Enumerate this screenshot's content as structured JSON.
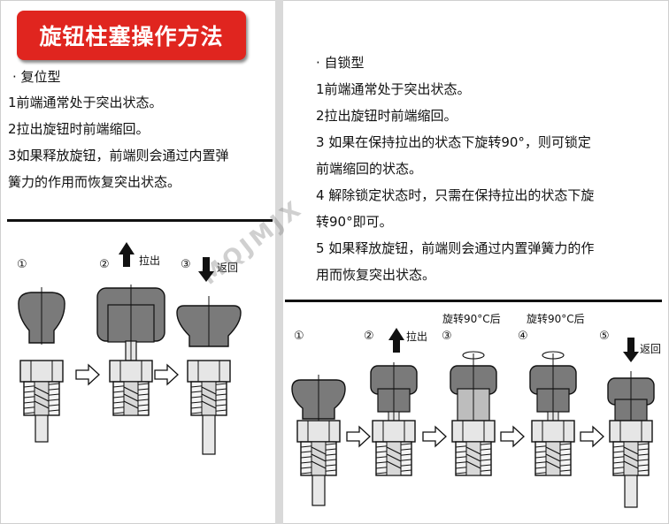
{
  "title": "旋钮柱塞操作方法",
  "left": {
    "heading": "· 复位型",
    "lines": [
      "1前端通常处于突出状态。",
      "2拉出旋钮时前端缩回。",
      "3如果释放旋钮，前端则会通过内置弹",
      "簧力的作用而恢复突出状态。"
    ],
    "steps": [
      "①",
      "②",
      "③"
    ],
    "pull_label": "拉出",
    "return_label": "返回"
  },
  "right": {
    "heading": "· 自锁型",
    "lines": [
      "1前端通常处于突出状态。",
      "2拉出旋钮时前端缩回。",
      "3 如果在保持拉出的状态下旋转90°，则可锁定",
      "前端缩回的状态。",
      "4 解除锁定状态时，只需在保持拉出的状态下旋",
      "转90°即可。",
      "5 如果释放旋钮，前端则会通过内置弹簧力的作",
      "用而恢复突出状态。"
    ],
    "steps": [
      "①",
      "②",
      "③",
      "④",
      "⑤"
    ],
    "pull_label": "拉出",
    "rotate_label_1": "旋转90°C后",
    "rotate_label_2": "旋转90°C后",
    "return_label": "返回"
  },
  "watermark": "MQJMJX",
  "colors": {
    "title_bg": "#e0251f",
    "knob": "#7a7a7a",
    "metal": "#cfcfcf",
    "divider": "#d9d9d9"
  }
}
